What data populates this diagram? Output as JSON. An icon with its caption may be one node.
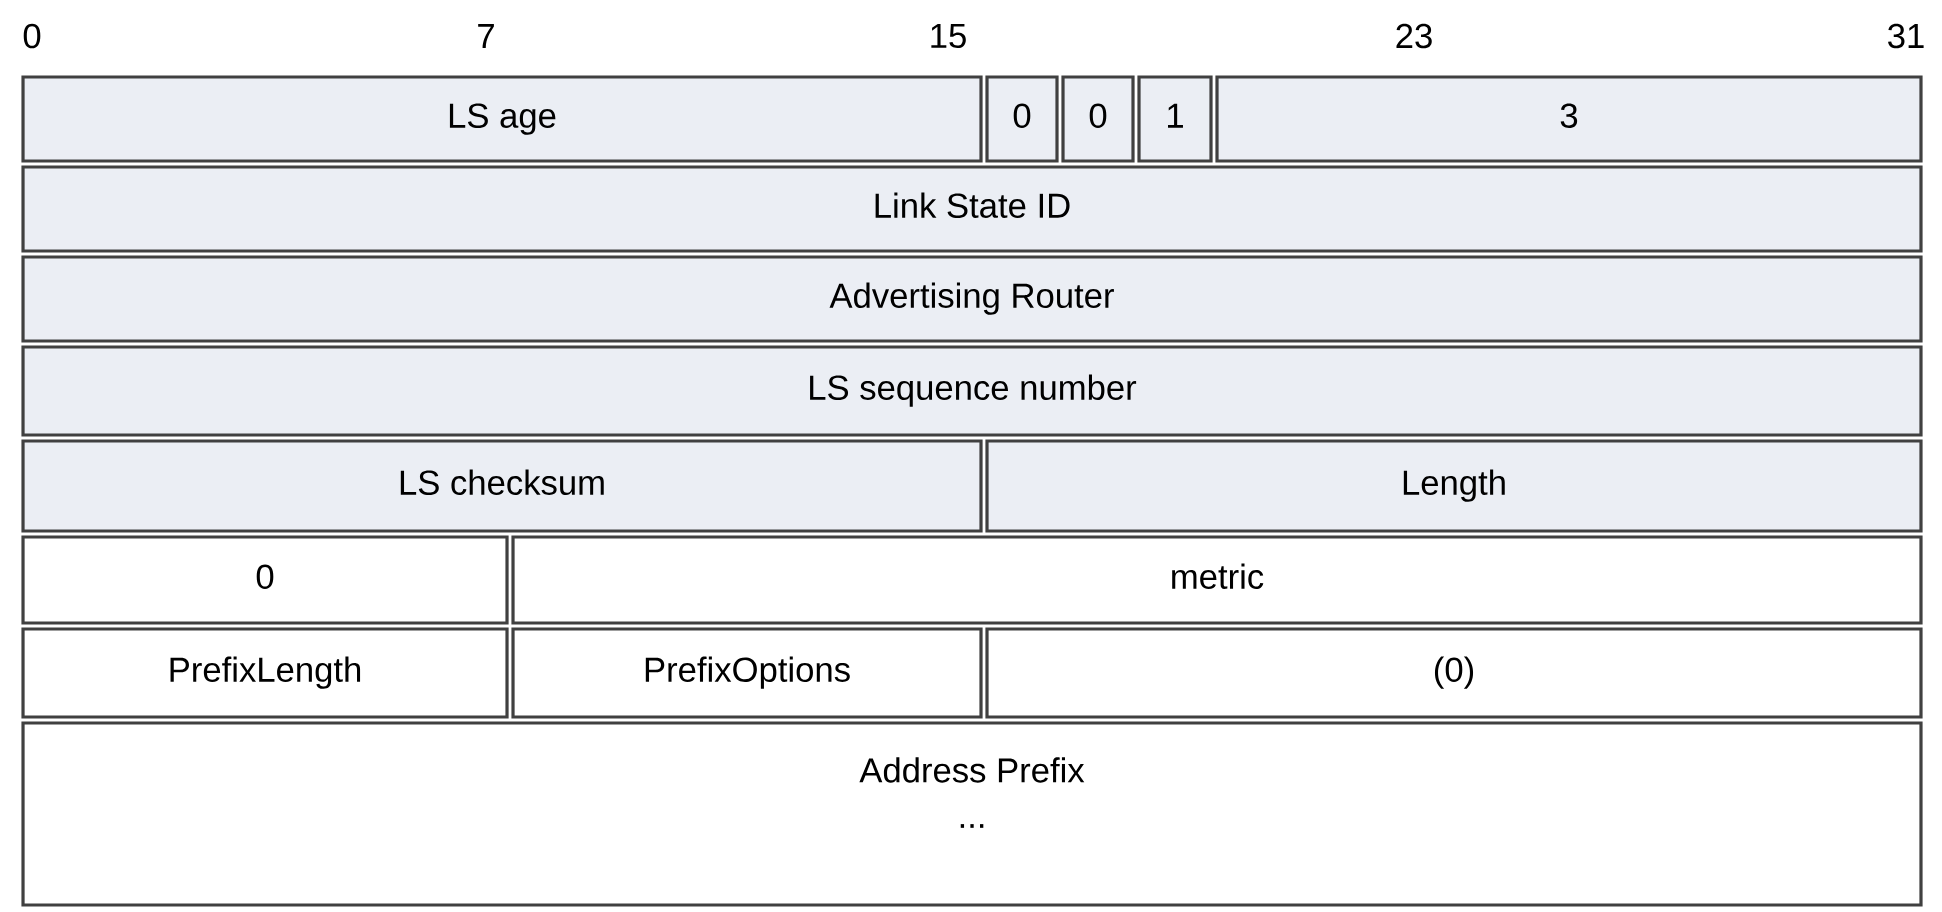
{
  "diagram": {
    "nodes": [
      {
        "text": [
          "LS age"
        ]
      },
      {
        "text": [
          "0"
        ]
      },
      {
        "text": [
          "0"
        ]
      },
      {
        "text": [
          "1"
        ]
      },
      {
        "text": [
          "3"
        ]
      },
      {
        "text": [
          "Link State ID"
        ]
      },
      {
        "text": [
          "Advertising Router"
        ]
      },
      {
        "text": [
          "LS sequence number"
        ]
      },
      {
        "text": [
          "LS checksum"
        ]
      },
      {
        "text": [
          "Length"
        ]
      },
      {
        "text": [
          "0"
        ]
      },
      {
        "text": [
          "metric"
        ]
      },
      {
        "text": [
          "PrefixLength"
        ]
      },
      {
        "text": [
          "PrefixOptions"
        ]
      },
      {
        "text": [
          "(0)"
        ]
      },
      {
        "text": [
          "Address Prefix",
          "..."
        ]
      }
    ],
    "labels": [
      "0",
      "7",
      "15",
      "23",
      "31"
    ]
  }
}
